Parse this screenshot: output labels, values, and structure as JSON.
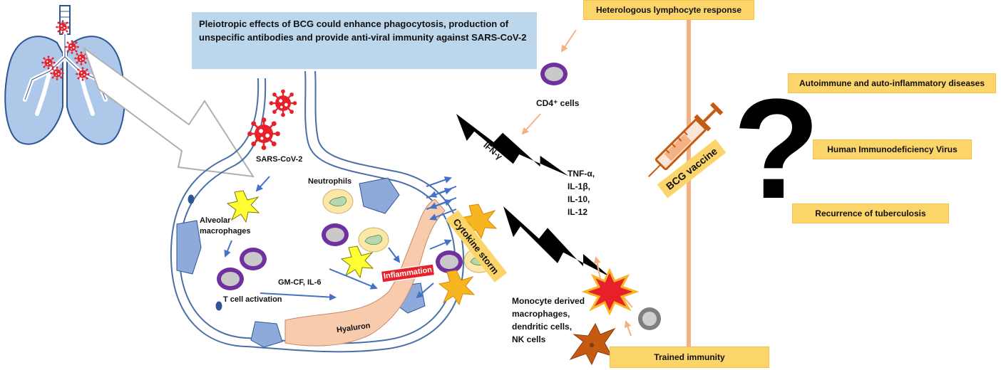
{
  "title": "Pleiotropic effects of BCG could enhance phagocytosis, production of unspecific antibodies and provide anti-viral immunity against SARS-CoV-2",
  "labels": {
    "sars_cov_2": "SARS-CoV-2",
    "neutrophils": "Neutrophils",
    "alveolar_macrophages_1": "Alveolar",
    "alveolar_macrophages_2": "macrophages",
    "gm_cf_il6": "GM-CF, IL-6",
    "t_cell_activation": "T cell activation",
    "hyaluron": "Hyaluron",
    "inflammation": "Inflammation",
    "cytokine_storm": "Cytokine storm",
    "cd4_cells": "CD4⁺ cells",
    "ifn_gamma": "IFN-γ",
    "tnf_line1": "TNF-α,",
    "tnf_line2": "IL-1β,",
    "tnf_line3": "IL-10,",
    "tnf_line4": "IL-12",
    "monocyte_line1": "Monocyte derived",
    "monocyte_line2": "macrophages,",
    "monocyte_line3": "dendritic cells,",
    "monocyte_line4": "NK cells",
    "bcg_vaccine": "BCG vaccine",
    "question_mark": "?"
  },
  "boxes": {
    "heterologous": "Heterologous lymphocyte response",
    "trained_immunity": "Trained immunity",
    "autoimmune": "Autoimmune and auto-inflammatory diseases",
    "hiv": "Human Immunodeficiency Virus",
    "tuberculosis": "Recurrence of tuberculosis"
  },
  "colors": {
    "title_bg": "#bcd6ec",
    "box_fill": "#fcd56a",
    "timeline": "#f5b183",
    "virus": "#e8202a",
    "arrow_blue": "#4472c4",
    "arrow_peach": "#f4b183",
    "cell_purple": "#7030a0",
    "hyaluron": "#f8cbad",
    "epithelium": "#8eaadb"
  }
}
